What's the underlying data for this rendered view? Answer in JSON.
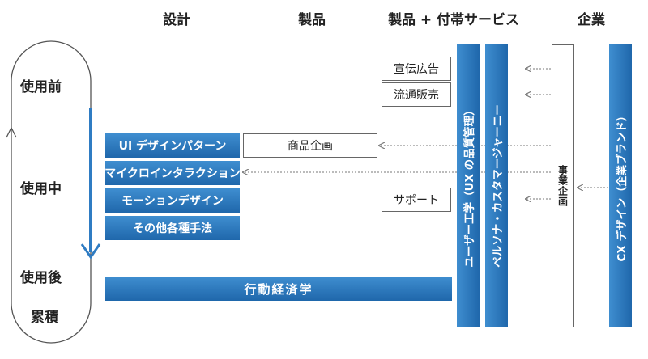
{
  "headers": {
    "design": "設計",
    "product": "製品",
    "product_service": "製品 + 付帯サービス",
    "company": "企業"
  },
  "stages": {
    "before": "使用前",
    "during": "使用中",
    "after": "使用後",
    "accumulate": "累積"
  },
  "design_items": [
    "UI デザインパターン",
    "マイクロインタラクション",
    "モーションデザイン",
    "その他各種手法"
  ],
  "product_item": "商品企画",
  "service_items": {
    "advertising": "宣伝広告",
    "distribution": "流通販売",
    "support": "サポート"
  },
  "behavioral": "行動経済学",
  "vertical_bars": {
    "ux_engineering": "ユーザー工学（UX の品質管理）",
    "persona_journey": "ペルソナ・カスタマージャーニー",
    "business_planning": "事業企画",
    "cx_design": "CX デザイン（企業ブランド）"
  },
  "colors": {
    "blue_light": "#3f8ed0",
    "blue_dark": "#1f67ab",
    "arrow_gray": "#777777",
    "blue_arrow": "#2f7cc3"
  }
}
